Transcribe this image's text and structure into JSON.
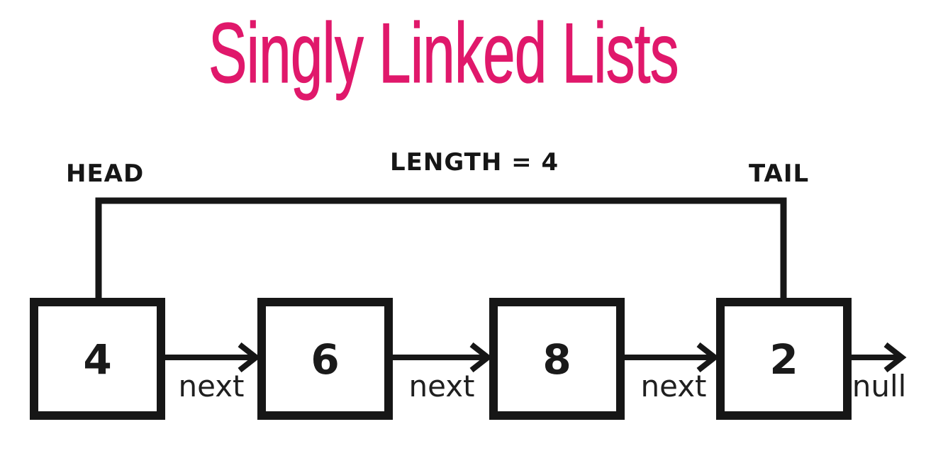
{
  "title": "Singly Linked Lists",
  "annotations": {
    "head": "HEAD",
    "length": "LENGTH = 4",
    "tail": "TAIL"
  },
  "list": {
    "nodes": [
      {
        "value": "4",
        "pointer": "next"
      },
      {
        "value": "6",
        "pointer": "next"
      },
      {
        "value": "8",
        "pointer": "next"
      },
      {
        "value": "2",
        "pointer": "null"
      }
    ]
  },
  "colors": {
    "title_accent": "#E0186B",
    "line_black": "#161616"
  }
}
